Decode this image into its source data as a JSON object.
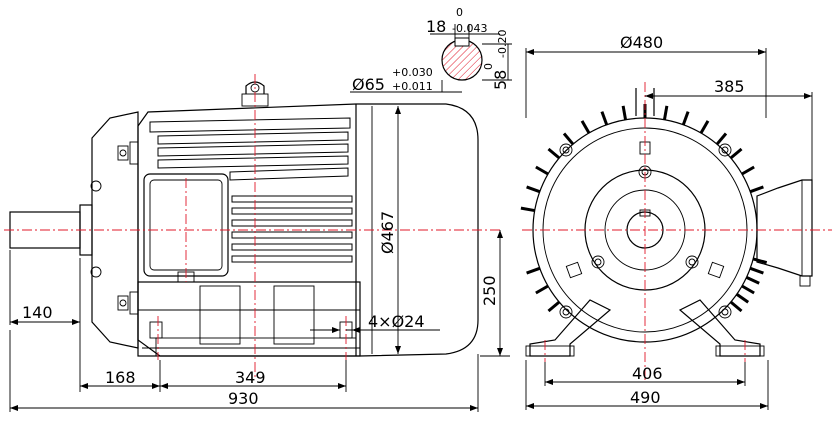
{
  "dimensions": {
    "shaft_extension": "140",
    "foot_to_shaft": "168",
    "foot_spacing_side": "349",
    "overall_length": "930",
    "center_height": "250",
    "housing_diameter": "Ø467",
    "mounting_holes": "4×Ø24",
    "end_diameter": "Ø480",
    "terminal_box_offset": "385",
    "foot_spacing_end": "406",
    "overall_width": "490"
  },
  "shaft_section": {
    "key_width": "18",
    "key_width_tol_upper": "0",
    "key_width_tol_lower": "-0.043",
    "key_depth": "58",
    "key_depth_tol_upper": "0",
    "key_depth_tol_lower": "-0.20",
    "shaft_diameter": "Ø65",
    "shaft_tol_upper": "+0.030",
    "shaft_tol_lower": "+0.011"
  }
}
